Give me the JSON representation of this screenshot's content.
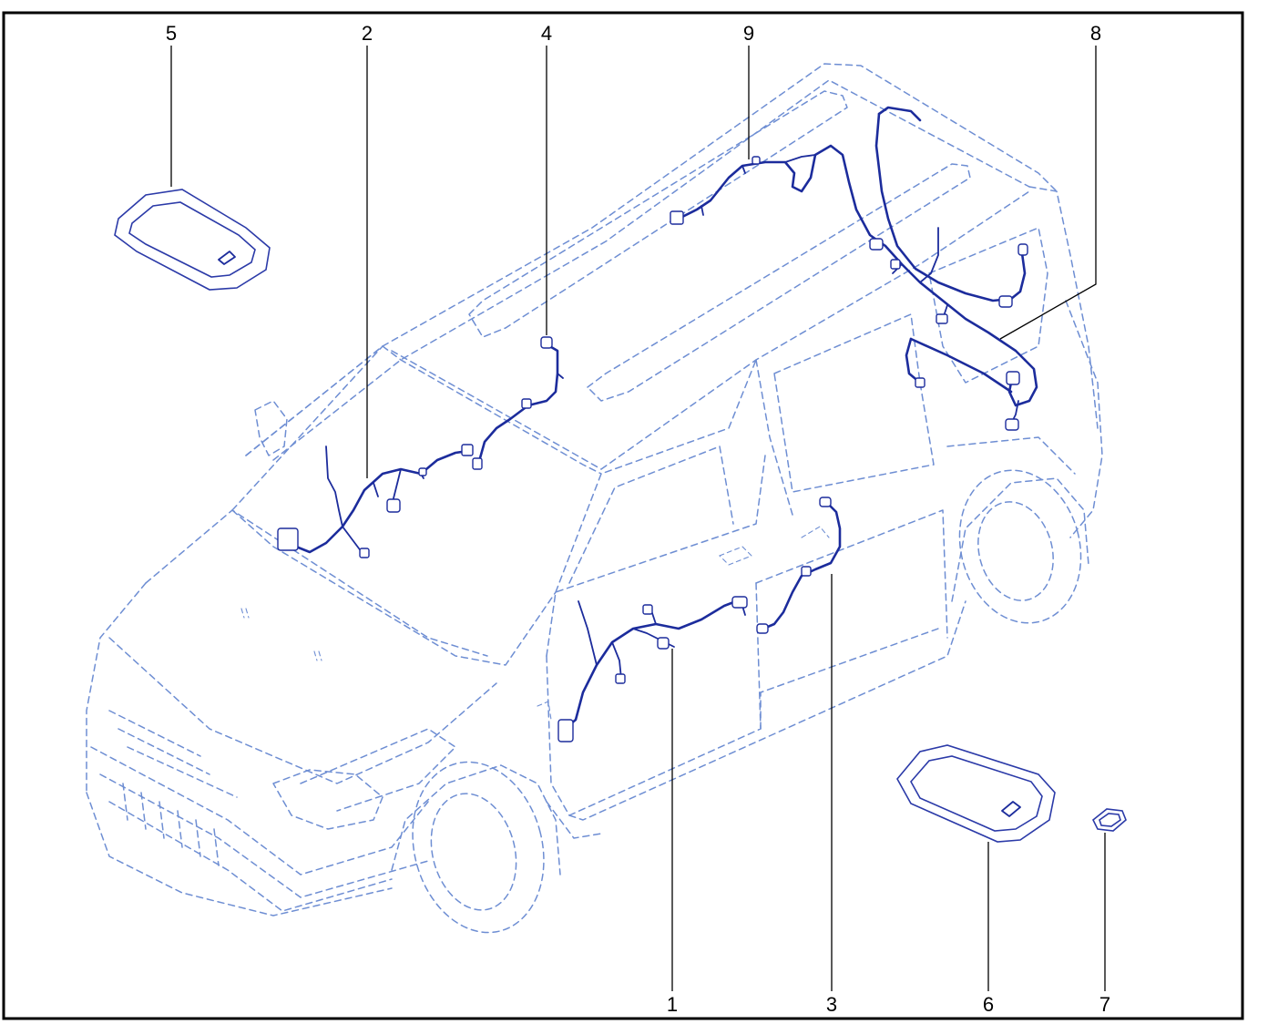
{
  "diagram": {
    "colors": {
      "frame": "#000000",
      "outline": "#6e8ed3",
      "harness": "#1c2c9c",
      "part": "#2b3aa8",
      "callout": "#000000"
    },
    "callouts": [
      "1",
      "2",
      "3",
      "4",
      "5",
      "6",
      "7",
      "8",
      "9"
    ]
  }
}
